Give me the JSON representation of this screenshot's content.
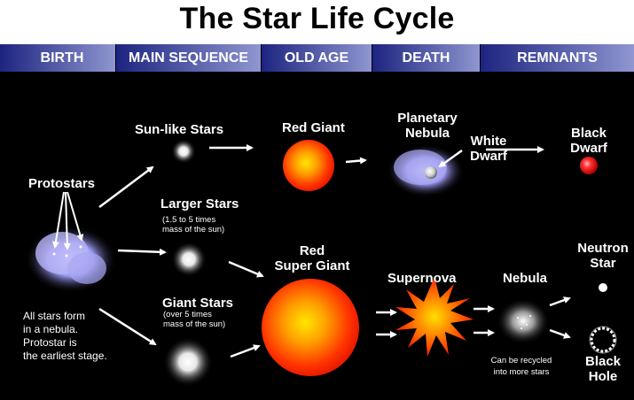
{
  "title": "The Star Life Cycle",
  "stages": [
    "BIRTH",
    "MAIN SEQUENCE",
    "OLD AGE",
    "DEATH",
    "REMNANTS"
  ],
  "labels": {
    "protostars": "Protostars",
    "sun_like": "Sun-like Stars",
    "larger": "Larger Stars",
    "larger_note": [
      "(1.5 to 5 times",
      "mass of the sun)"
    ],
    "giant": "Giant Stars",
    "giant_note": [
      "(over 5 times",
      "mass of the sun)"
    ],
    "red_giant": "Red Giant",
    "red_super_giant": [
      "Red",
      "Super Giant"
    ],
    "planetary_nebula": [
      "Planetary",
      "Nebula"
    ],
    "white_dwarf": [
      "White",
      "Dwarf"
    ],
    "black_dwarf": [
      "Black",
      "Dwarf"
    ],
    "supernova": "Supernova",
    "nebula": "Nebula",
    "neutron_star": [
      "Neutron",
      "Star"
    ],
    "black_hole": [
      "Black",
      "Hole"
    ],
    "recycle_note": [
      "Can be recycled",
      "into more stars"
    ],
    "birth_note": [
      "All stars form",
      "in a nebula.",
      "Protostar is",
      "the earliest stage."
    ]
  },
  "colors": {
    "stage_dark": "#1c2480",
    "stage_light": "#8f96d0",
    "red_star": "#ff2a00",
    "nebula": "#9a98f0"
  }
}
